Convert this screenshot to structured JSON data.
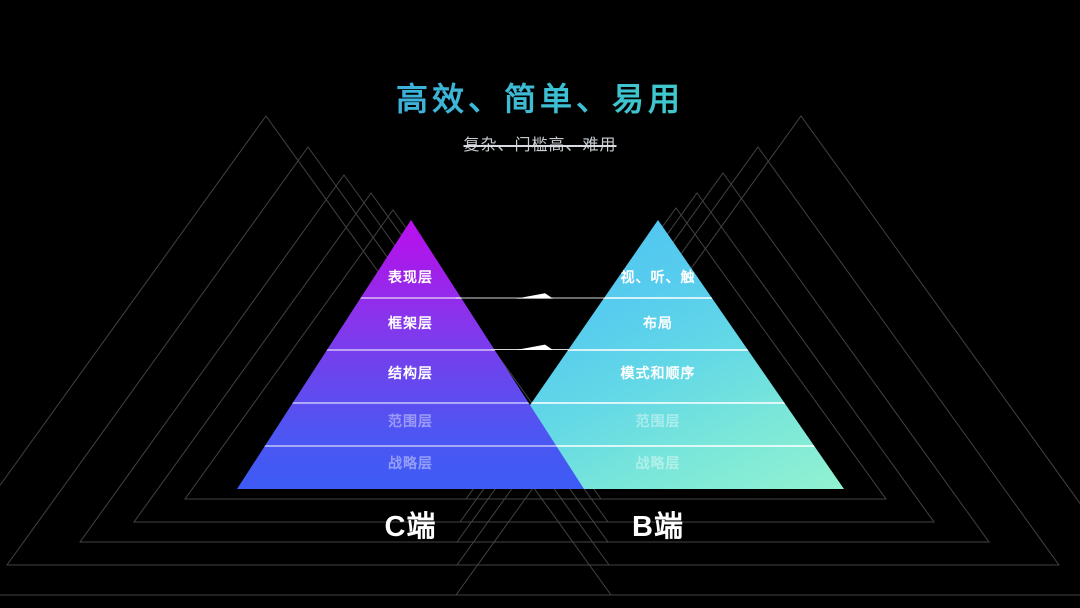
{
  "slide": {
    "title": "高效、简单、易用",
    "strikethrough_subtitle": "复杂、门槛高、难用"
  },
  "pyramids": {
    "left": {
      "caption": "C端",
      "layers": [
        {
          "label": "表现层",
          "dim": false
        },
        {
          "label": "框架层",
          "dim": false
        },
        {
          "label": "结构层",
          "dim": false
        },
        {
          "label": "范围层",
          "dim": true
        },
        {
          "label": "战略层",
          "dim": true
        }
      ],
      "gradient": [
        "#BB10EE",
        "#3D5BF5"
      ]
    },
    "right": {
      "caption": "B端",
      "layers": [
        {
          "label": "视、听、触",
          "dim": false
        },
        {
          "label": "布局",
          "dim": false
        },
        {
          "label": "模式和顺序",
          "dim": false
        },
        {
          "label": "范围层",
          "dim": true
        },
        {
          "label": "战略层",
          "dim": true
        }
      ],
      "gradient": [
        "#4DC2F2",
        "#92F2D0"
      ]
    },
    "arrows": {
      "count": 2,
      "direction": "left-to-right",
      "color": "#FFFFFF"
    }
  },
  "colors": {
    "background": "#000000",
    "title_gradient": [
      "#3BA3E3",
      "#3FD8C4"
    ],
    "subtitle_text": "#C9CED3",
    "wireframe_line": "#4E4E4E",
    "dim_label": "rgba(255,255,255,0.42)"
  }
}
